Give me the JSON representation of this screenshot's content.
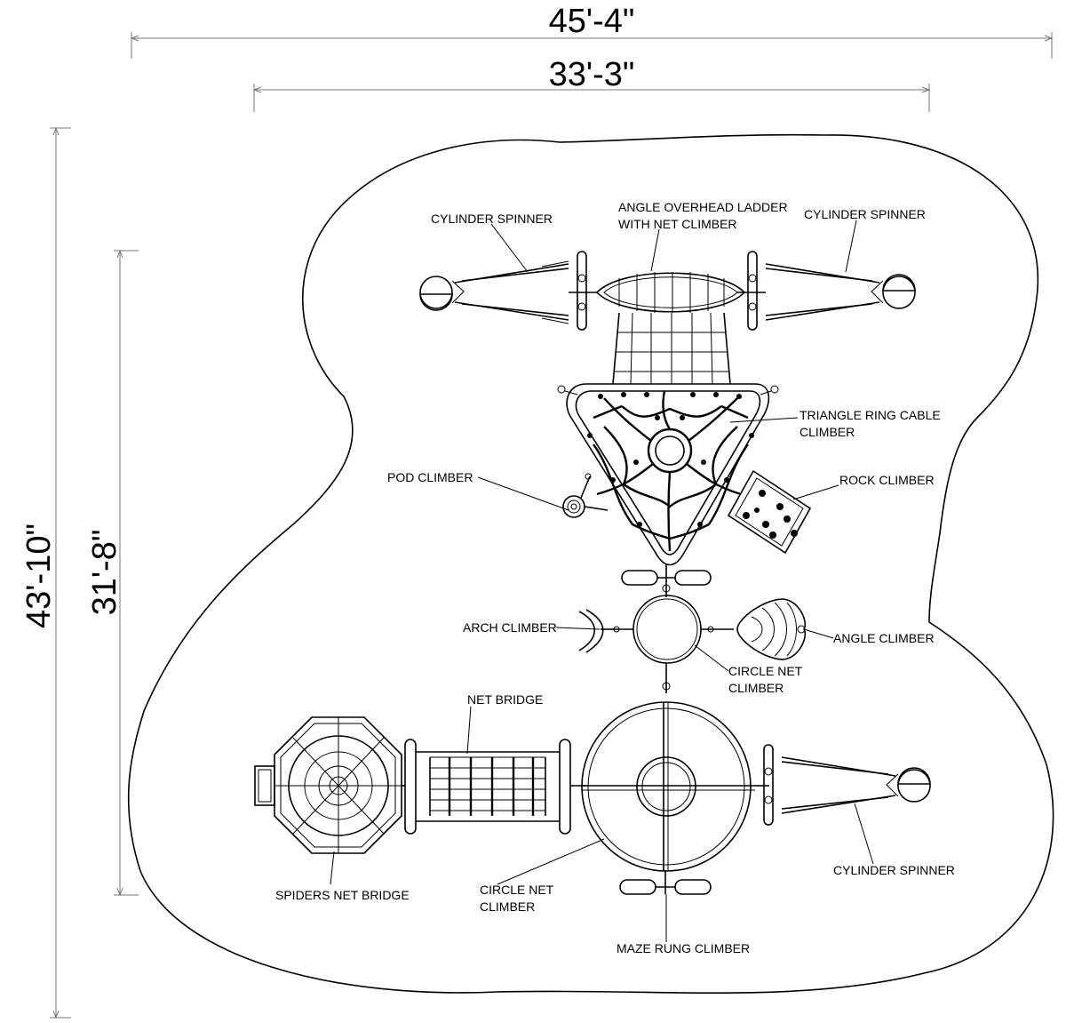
{
  "dimensions": {
    "overall_width": "45'-4\"",
    "play_width": "33'-3\"",
    "overall_depth": "43'-10\"",
    "play_depth": "31'-8\""
  },
  "labels": {
    "cylinder_spinner_left": "CYLINDER SPINNER",
    "angle_ladder_line1": "ANGLE OVERHEAD LADDER",
    "angle_ladder_line2": "WITH NET CLIMBER",
    "cylinder_spinner_right": "CYLINDER SPINNER",
    "triangle_line1": "TRIANGLE RING CABLE",
    "triangle_line2": "CLIMBER",
    "pod_climber": "POD  CLIMBER",
    "rock_climber": "ROCK CLIMBER",
    "arch_climber": "ARCH CLIMBER",
    "angle_climber": "ANGLE CLIMBER",
    "circle_net_small_line1": "CIRCLE NET",
    "circle_net_small_line2": "CLIMBER",
    "net_bridge": "NET  BRIDGE",
    "spiders_net_bridge": "SPIDERS NET  BRIDGE",
    "circle_net_large_line1": "CIRCLE NET",
    "circle_net_large_line2": "CLIMBER",
    "maze_rung_climber": "MAZE RUNG CLIMBER",
    "cylinder_spinner_bottom": "CYLINDER SPINNER"
  }
}
